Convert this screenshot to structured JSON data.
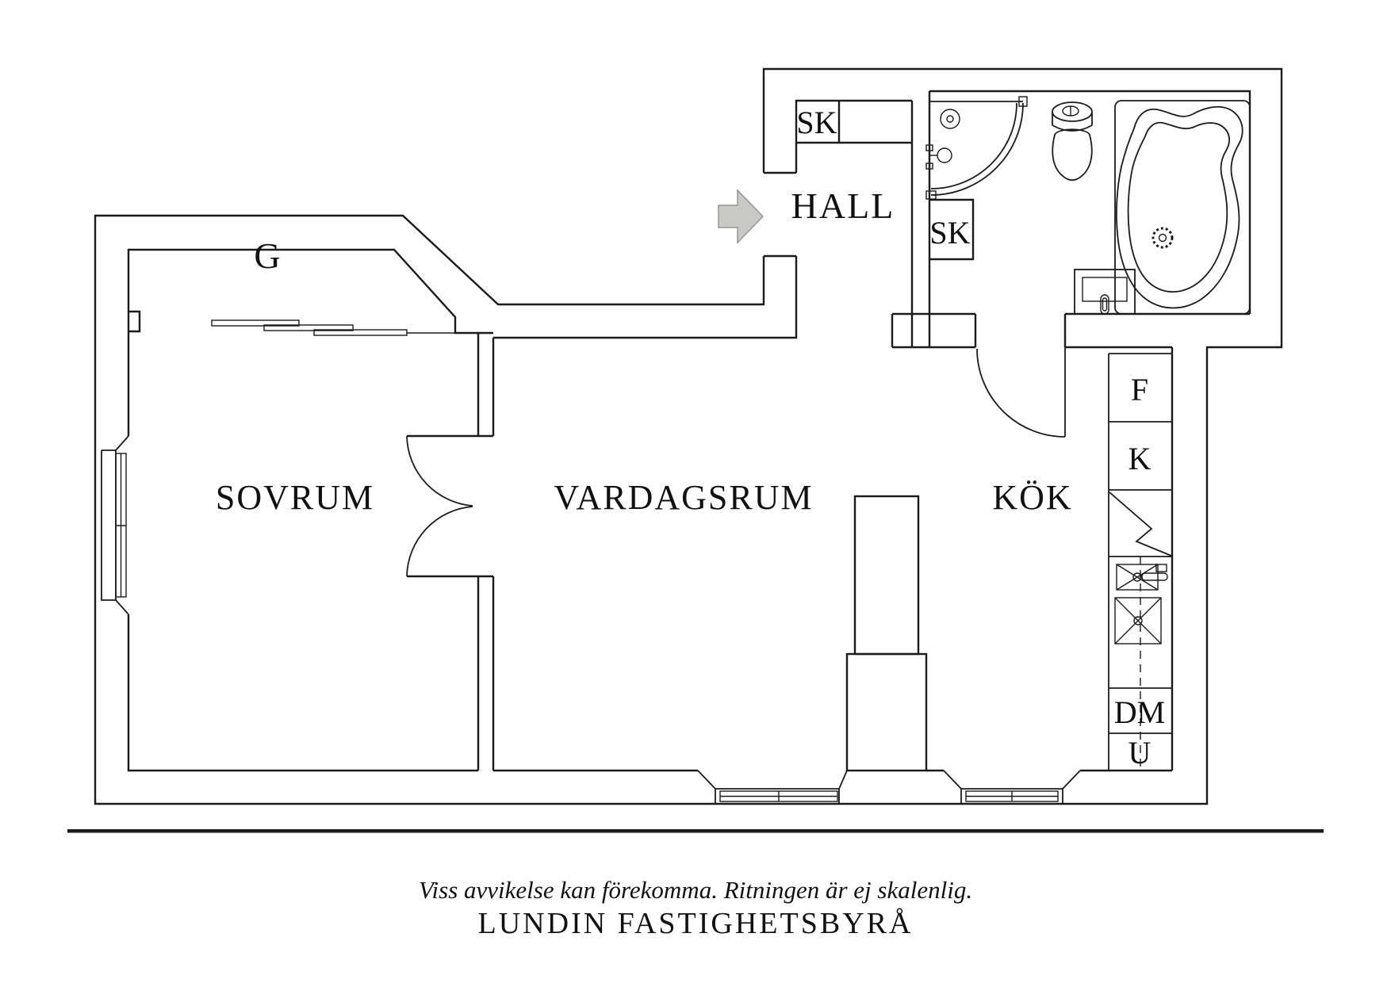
{
  "plan": {
    "rooms": {
      "wardrobe": "G",
      "bedroom": "SOVRUM",
      "living_room": "VARDAGSRUM",
      "hall": "HALL",
      "kitchen": "KÖK"
    },
    "closets": {
      "hall_closet": "SK",
      "bathroom_closet": "SK"
    },
    "kitchen_units": {
      "freezer": "F",
      "fridge": "K",
      "dishwasher": "DM",
      "oven": "U"
    },
    "colors": {
      "line": "#1b1b1b",
      "arrow_fill": "#cacac5",
      "arrow_stroke": "#96968f"
    }
  },
  "footer": {
    "disclaimer": "Viss avvikelse kan förekomma. Ritningen är ej skalenlig.",
    "agency": "LUNDIN FASTIGHETSBYRÅ"
  }
}
